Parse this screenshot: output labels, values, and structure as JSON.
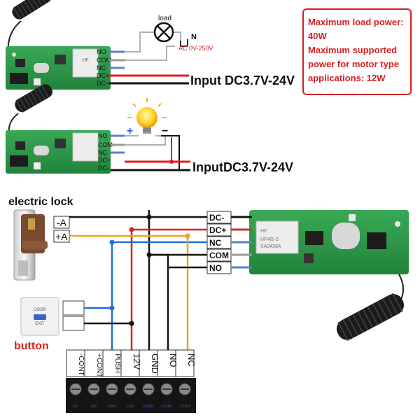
{
  "spec_note": {
    "lines": [
      "Maximum load power:",
      "40W",
      "Maximum supported",
      "power for motor type",
      "applications: 12W"
    ]
  },
  "top_diagram": {
    "load_label": "load",
    "neutral_label": "N",
    "ac_label": "AC 0V-250V",
    "pins": [
      "NO",
      "COM",
      "NC",
      "DC+",
      "DC-"
    ],
    "input_label": "Input DC3.7V-24V",
    "relay_text": "HF"
  },
  "middle_diagram": {
    "plus_sign": "+",
    "minus_sign": "−",
    "pins": [
      "NO",
      "COM",
      "NC",
      "DC+",
      "DC-"
    ],
    "input_label": "InputDC3.7V-24V"
  },
  "bottom_diagram": {
    "lock_title": "electric lock",
    "lock_terminals": [
      "-A",
      "+A"
    ],
    "button_label": "button",
    "door_text": [
      "DOOR",
      "EXIT"
    ],
    "module_pins": [
      "DC-",
      "DC+",
      "NC",
      "COM",
      "NO"
    ],
    "relay_text": [
      "HF",
      "HF4I5-S",
      "XA0428A"
    ],
    "terminal_labels": [
      "-CONT",
      "+CONT",
      "PUSH",
      "12V",
      "GND",
      "NO",
      "NC"
    ],
    "strip_print": [
      "NC",
      "NO",
      "GND",
      "+12V",
      "PUSH",
      "+CONT",
      "-CONT"
    ]
  },
  "colors": {
    "red": "#e01e1e",
    "black": "#111111",
    "blue": "#1e6fd9",
    "orange": "#f3a21b",
    "gray": "#9a9a9a",
    "pcb": "#2f9a4a",
    "note_border": "#d42020"
  }
}
